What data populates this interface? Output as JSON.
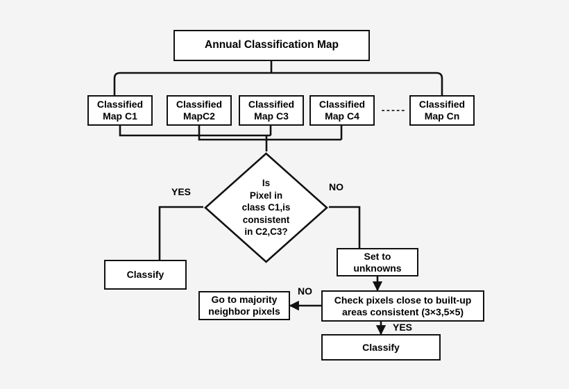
{
  "diagram": {
    "type": "flowchart",
    "title": "Annual Classification Map workflow",
    "background_color": "#f4f4f4",
    "node_fill": "#ffffff",
    "stroke_color": "#111111",
    "nodes": {
      "root": {
        "label": "Annual Classification Map"
      },
      "map_c1": {
        "label": "Classified\nMap C1"
      },
      "map_c2": {
        "label": "Classified\nMapC2"
      },
      "map_c3": {
        "label": "Classified\nMap C3"
      },
      "map_c4": {
        "label": "Classified\nMap C4"
      },
      "map_cn": {
        "label": "Classified\nMap Cn"
      },
      "ellipsis": {
        "label": "- - - - -"
      },
      "decision": {
        "label": "Is\nPixel in\nclass  C1,is\nconsistent\nin C2,C3?"
      },
      "classify_left": {
        "label": "Classify"
      },
      "set_unknowns": {
        "label": "Set to\nunknowns"
      },
      "majority_neighbor": {
        "label": "Go to majority\nneighbor pixels"
      },
      "check_builtup": {
        "label": "Check pixels close to built-up\nareas consistent (3×3,5×5)"
      },
      "classify_bottom": {
        "label": "Classify"
      }
    },
    "edge_labels": {
      "decision_yes": "YES",
      "decision_no": "NO",
      "check_no": "NO",
      "check_yes": "YES"
    }
  }
}
